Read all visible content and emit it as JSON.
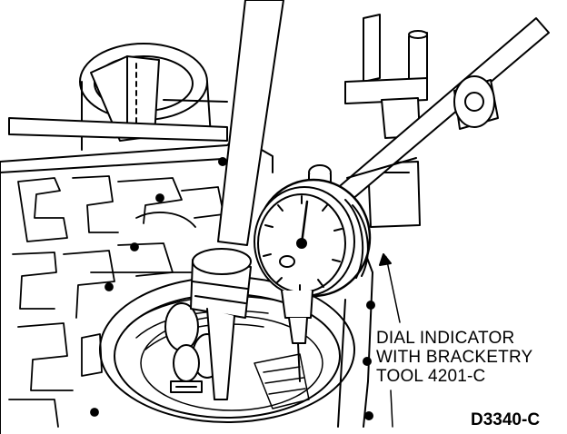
{
  "figure": {
    "callout_lines": [
      "DIAL INDICATOR",
      "WITH BRACKETRY",
      "TOOL 4201-C"
    ],
    "figure_id": "D3340-C"
  },
  "colors": {
    "ink": "#000000",
    "paper": "#ffffff"
  },
  "icons": {
    "dial-indicator": "dial-indicator-icon",
    "bracket": "bracket-icon"
  }
}
